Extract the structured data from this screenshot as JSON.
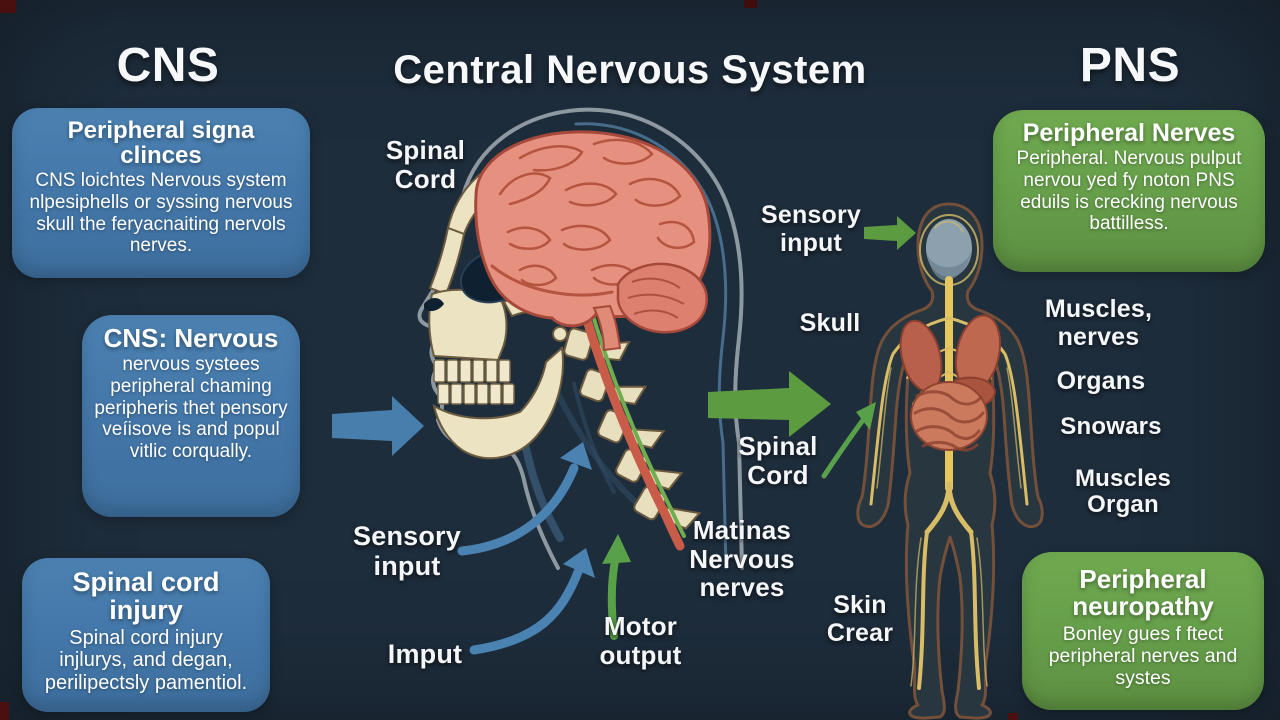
{
  "titles": {
    "cns": "CNS",
    "center": "Central Nervous System",
    "pns": "PNS"
  },
  "cns_boxes": [
    {
      "title": "Peripheral signa clinces",
      "body": "CNS loichtes Nervous system nlpesiphells or syssing nervous skull the feryacnaiting nervols nerves."
    },
    {
      "title": "CNS: Nervous",
      "body": "nervous systees peripheral chaming peripheris thet pensory veíisove is and popul vitlic corqually."
    },
    {
      "title": "Spinal cord injury",
      "body": "Spinal cord injury injlurys, and degan, perilipectsly pamentiol."
    }
  ],
  "pns_boxes": [
    {
      "title": "Peripheral Nerves",
      "body": "Peripheral. Nervous pulput nervou yed fy noton PNS eduils is crecking nervous battilless."
    },
    {
      "title": "Peripheral neuropathy",
      "body": "Bonley gues f ftect peripheral nerves and systes"
    }
  ],
  "labels": {
    "spinal_cord_left": "Spinal Cord",
    "sensory_input_center": "Sensory input",
    "imput": "Imput",
    "motor_output": "Motor output",
    "matinas": "Matinas Nervous nerves",
    "sensory_input_right": "Sensory input",
    "skull": "Skull",
    "spinal_cord_right": "Spinal Cord",
    "skin_crear": "Skin Crear",
    "muscles_nerves": "Muscles, nerves",
    "organs": "Organs",
    "snowars": "Snowars",
    "muscles_organ": "Muscles Organ"
  },
  "colors": {
    "background": "#1e2d3c",
    "box_blue": "#4478aa",
    "box_green": "#67a04b",
    "arrow_blue": "#4a83b1",
    "arrow_green": "#5a9b45",
    "text": "#f4f6f8"
  }
}
